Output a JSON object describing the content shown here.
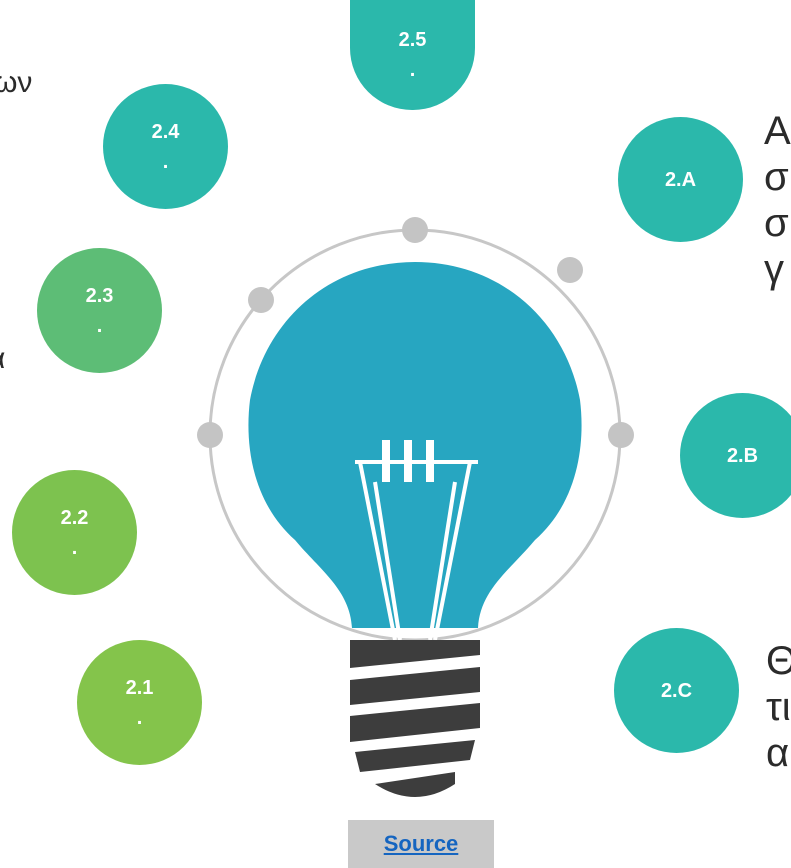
{
  "bubbles": {
    "b25": {
      "line1": "2.5",
      "line2": "."
    },
    "b24": {
      "line1": "2.4",
      "line2": "."
    },
    "b23": {
      "line1": "2.3",
      "line2": "."
    },
    "b22": {
      "line1": "2.2",
      "line2": "."
    },
    "b21": {
      "line1": "2.1",
      "line2": "."
    },
    "bA": {
      "line1": "2.A"
    },
    "bB": {
      "line1": "2.B"
    },
    "bC": {
      "line1": "2.C"
    }
  },
  "side_text": {
    "left_top": "ων",
    "left_mid": "α",
    "right_top": "Α\nσ\nσ\nγ",
    "right_bottom": "Θ\nτι\nα"
  },
  "source_label": "Source",
  "colors": {
    "teal": "#2bb8ab",
    "teal_green": "#3fbf97",
    "mid_green": "#5dbd76",
    "light_green": "#7dc24f",
    "green": "#84c44b",
    "bulb_blue": "#27a6c1",
    "base_dark": "#3d3d3d",
    "ring_gray": "#c7c7c7",
    "dot_gray": "#c4c4c4"
  }
}
